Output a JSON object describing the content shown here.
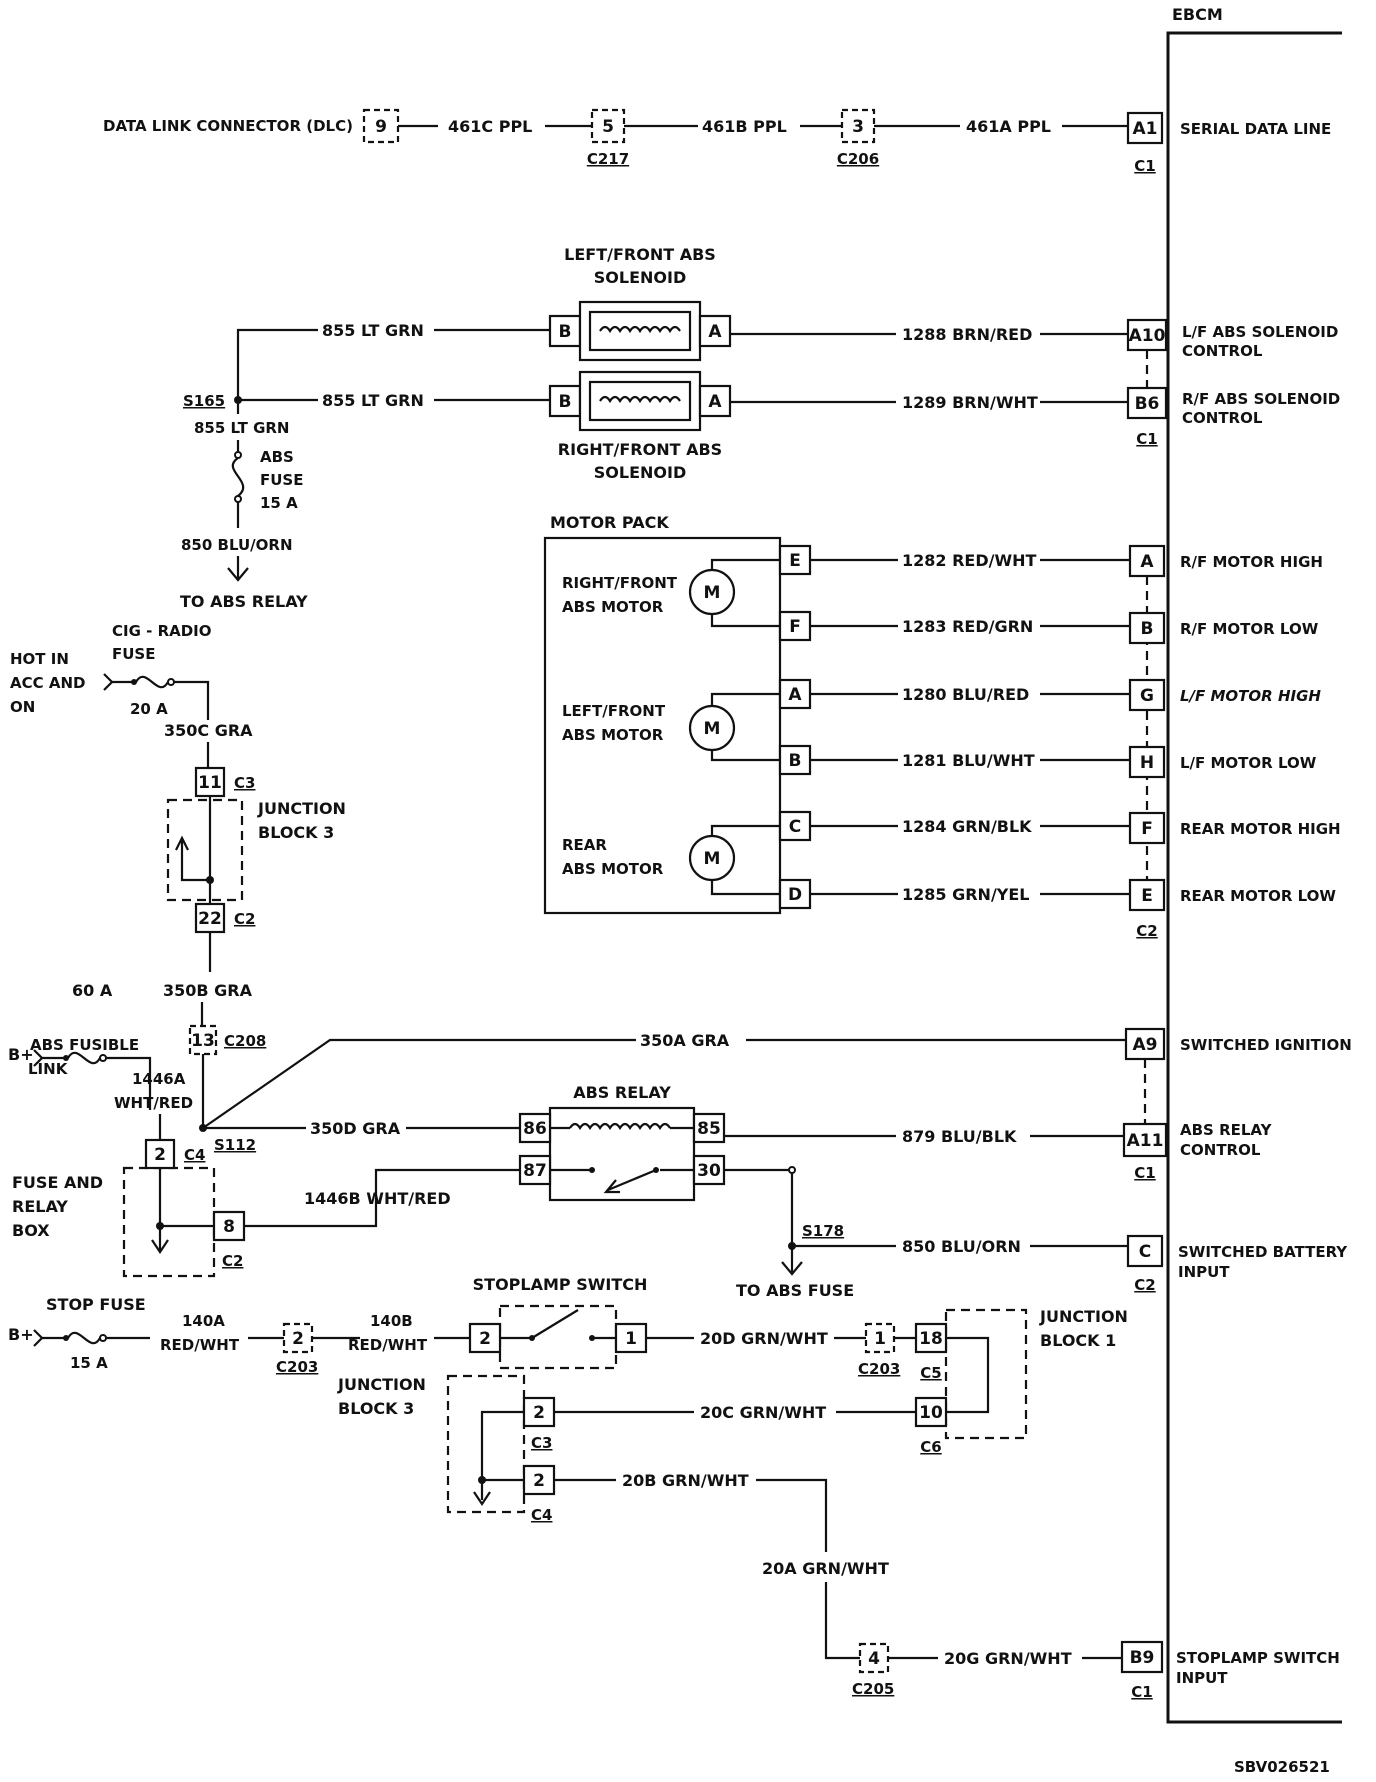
{
  "ebcm": {
    "title": "EBCM",
    "pins": [
      {
        "pin": "A1",
        "label": [
          "SERIAL DATA LINE"
        ]
      },
      {
        "pin": "A10",
        "label": [
          "L/F ABS SOLENOID",
          "CONTROL"
        ]
      },
      {
        "pin": "B6",
        "label": [
          "R/F ABS SOLENOID",
          "CONTROL"
        ]
      },
      {
        "pin": "A",
        "label": [
          "R/F MOTOR HIGH"
        ]
      },
      {
        "pin": "B",
        "label": [
          "R/F MOTOR LOW"
        ]
      },
      {
        "pin": "G",
        "label": [
          "L/F MOTOR HIGH"
        ]
      },
      {
        "pin": "H",
        "label": [
          "L/F MOTOR LOW"
        ]
      },
      {
        "pin": "F",
        "label": [
          "REAR MOTOR HIGH"
        ]
      },
      {
        "pin": "E",
        "label": [
          "REAR MOTOR LOW"
        ]
      },
      {
        "pin": "A9",
        "label": [
          "SWITCHED IGNITION"
        ]
      },
      {
        "pin": "A11",
        "label": [
          "ABS RELAY",
          "CONTROL"
        ]
      },
      {
        "pin": "C",
        "label": [
          "SWITCHED BATTERY",
          "INPUT"
        ]
      },
      {
        "pin": "B9",
        "label": [
          "STOPLAMP SWITCH",
          "INPUT"
        ]
      }
    ],
    "connectors": [
      "C1",
      "C1",
      "C2",
      "C1",
      "C2",
      "C1"
    ]
  },
  "serial": {
    "dlc_label": "DATA LINK CONNECTOR (DLC)",
    "dlc_pin": "9",
    "wires": [
      "461C PPL",
      "461B PPL",
      "461A PPL"
    ],
    "c217_pin": "5",
    "c217": "C217",
    "c206_pin": "3",
    "c206": "C206"
  },
  "solenoids": {
    "left_title": [
      "LEFT/FRONT ABS",
      "SOLENOID"
    ],
    "right_title": [
      "RIGHT/FRONT ABS",
      "SOLENOID"
    ],
    "pin_b": "B",
    "pin_a": "A",
    "feed_wires": [
      "855 LT GRN",
      "855 LT GRN"
    ],
    "control_wires": [
      "1288 BRN/RED",
      "1289 BRN/WHT"
    ]
  },
  "abs_fuse": {
    "splice": "S165",
    "wire_in": "855 LT GRN",
    "label": [
      "ABS",
      "FUSE",
      "15 A"
    ],
    "wire_out": "850 BLU/ORN",
    "to_relay": "TO ABS RELAY"
  },
  "motor_pack": {
    "title": "MOTOR PACK",
    "motors": [
      {
        "name": [
          "RIGHT/FRONT",
          "ABS MOTOR"
        ],
        "pins": [
          "E",
          "F"
        ],
        "wires": [
          "1282 RED/WHT",
          "1283 RED/GRN"
        ]
      },
      {
        "name": [
          "LEFT/FRONT",
          "ABS MOTOR"
        ],
        "pins": [
          "A",
          "B"
        ],
        "wires": [
          "1280 BLU/RED",
          "1281 BLU/WHT"
        ]
      },
      {
        "name": [
          "REAR",
          "ABS MOTOR"
        ],
        "pins": [
          "C",
          "D"
        ],
        "wires": [
          "1284 GRN/BLK",
          "1285 GRN/YEL"
        ]
      }
    ],
    "motor_symbol": "M"
  },
  "cig_radio": {
    "hot_label": [
      "HOT IN",
      "ACC AND",
      "ON"
    ],
    "fuse_label": [
      "CIG - RADIO",
      "FUSE"
    ],
    "fuse_rating": "20 A",
    "wire": "350C GRA",
    "jb3_label": [
      "JUNCTION",
      "BLOCK 3"
    ],
    "jb3_pin_top": "11",
    "jb3_conn_top": "C3",
    "jb3_pin_bottom": "22",
    "jb3_conn_bottom": "C2",
    "wire_b": "350B GRA",
    "c208_pin": "13",
    "c208": "C208",
    "splice": "S112",
    "wire_a": "350A GRA",
    "wire_d": "350D GRA"
  },
  "fusible": {
    "bplus": "B+",
    "rating": "60 A",
    "label": [
      "ABS FUSIBLE",
      "LINK"
    ],
    "wire": [
      "1446A",
      "WHT/RED"
    ],
    "box_label": [
      "FUSE AND",
      "RELAY",
      "BOX"
    ],
    "pin_in": "2",
    "conn_in": "C4",
    "pin_out": "8",
    "conn_out": "C2",
    "wire_b": "1446B WHT/RED"
  },
  "relay": {
    "title": "ABS RELAY",
    "pins": [
      "86",
      "87",
      "85",
      "30"
    ],
    "control_wire": "879 BLU/BLK",
    "splice": "S178",
    "batt_wire": "850 BLU/ORN",
    "to_fuse": "TO ABS FUSE"
  },
  "stoplamp": {
    "bplus": "B+",
    "fuse_label": "STOP FUSE",
    "fuse_rating": "15 A",
    "wire_140a": [
      "140A",
      "RED/WHT"
    ],
    "c203_pin": "2",
    "c203": "C203",
    "wire_140b": [
      "140B",
      "RED/WHT"
    ],
    "switch_title": "STOPLAMP SWITCH",
    "switch_pins": [
      "2",
      "1"
    ],
    "wire_20d": "20D GRN/WHT",
    "c203b_pin": "1",
    "c203b": "C203",
    "jb1_label": [
      "JUNCTION",
      "BLOCK 1"
    ],
    "jb1_pins": [
      "18",
      "10"
    ],
    "jb1_conns": [
      "C5",
      "C6"
    ],
    "wire_20c": "20C GRN/WHT",
    "jb3_label": [
      "JUNCTION",
      "BLOCK 3"
    ],
    "jb3_pins": [
      "2",
      "2"
    ],
    "jb3_conns": [
      "C3",
      "C4"
    ],
    "wire_20b": "20B GRN/WHT",
    "wire_20a": "20A GRN/WHT",
    "c205_pin": "4",
    "c205": "C205",
    "wire_20g": "20G GRN/WHT"
  },
  "footer_id": "SBV026521"
}
